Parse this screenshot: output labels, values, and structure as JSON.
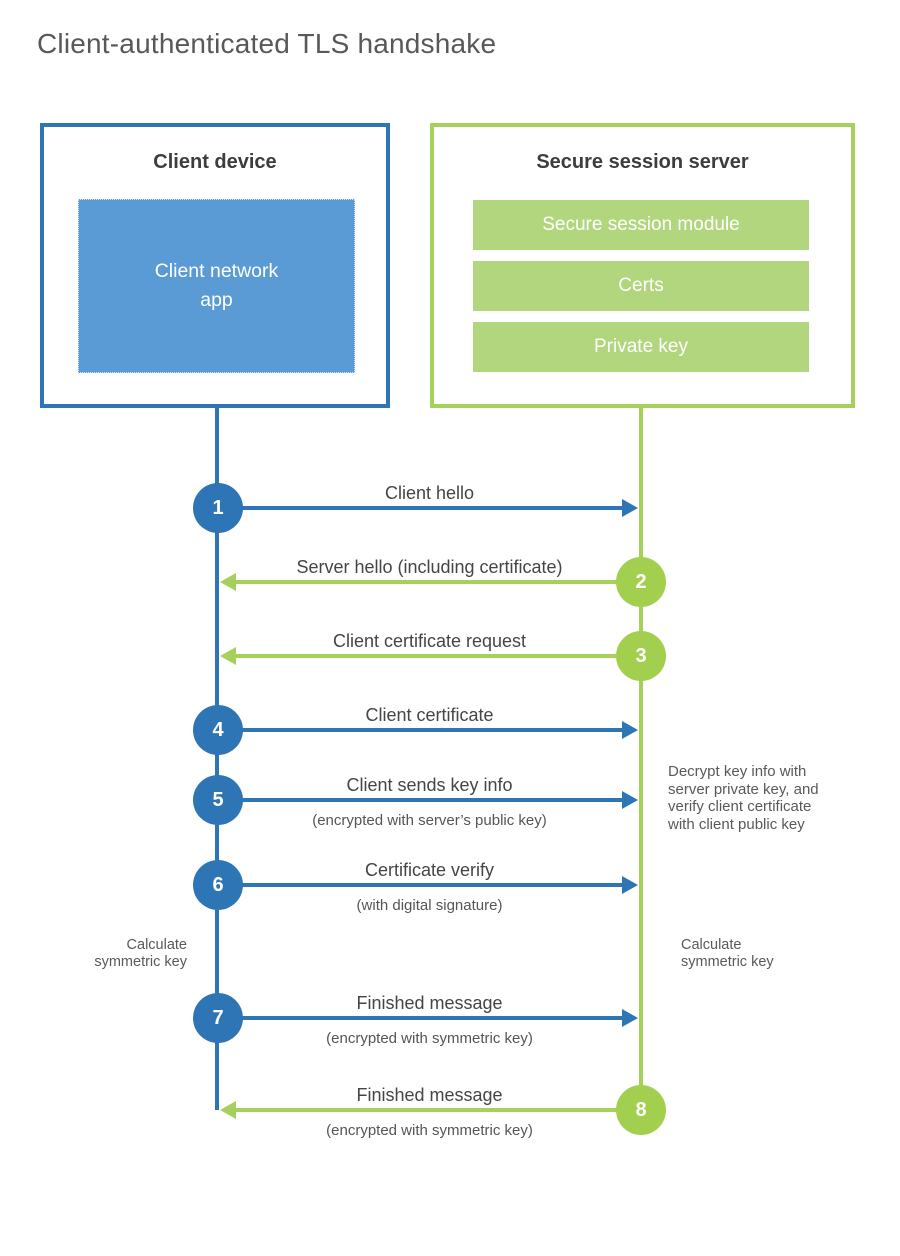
{
  "title": "Client-authenticated TLS handshake",
  "client_box": {
    "title": "Client device",
    "app_lines": [
      "Client network",
      "app"
    ]
  },
  "server_box": {
    "title": "Secure session server",
    "modules": [
      "Secure session module",
      "Certs",
      "Private key"
    ]
  },
  "steps": [
    {
      "num": "1",
      "from": "client",
      "to": "server",
      "label": "Client hello",
      "sub": ""
    },
    {
      "num": "2",
      "from": "server",
      "to": "client",
      "label": "Server hello (including certificate)",
      "sub": ""
    },
    {
      "num": "3",
      "from": "server",
      "to": "client",
      "label": "Client certificate request",
      "sub": ""
    },
    {
      "num": "4",
      "from": "client",
      "to": "server",
      "label": "Client certificate",
      "sub": ""
    },
    {
      "num": "5",
      "from": "client",
      "to": "server",
      "label": "Client sends key info",
      "sub": "(encrypted with server’s public key)"
    },
    {
      "num": "6",
      "from": "client",
      "to": "server",
      "label": "Certificate verify",
      "sub": "(with digital signature)"
    },
    {
      "num": "7",
      "from": "client",
      "to": "server",
      "label": "Finished message",
      "sub": "(encrypted with symmetric key)"
    },
    {
      "num": "8",
      "from": "server",
      "to": "client",
      "label": "Finished message",
      "sub": "(encrypted with symmetric key)"
    }
  ],
  "annotations": {
    "decrypt_note_lines": [
      "Decrypt key info with",
      "server private key, and",
      "verify client certificate",
      "with client public key"
    ],
    "calc_left_lines": [
      "Calculate",
      "symmetric key"
    ],
    "calc_right_lines": [
      "Calculate",
      "symmetric key"
    ]
  },
  "colors": {
    "blue_stroke": "#2e75b6",
    "blue_fill": "#5b9bd5",
    "green_stroke": "#a5d05c",
    "green_circle": "#a3cf4f",
    "green_fill": "#b2d67d",
    "text_dark": "#3d3d3d",
    "text_gray": "#595959"
  }
}
